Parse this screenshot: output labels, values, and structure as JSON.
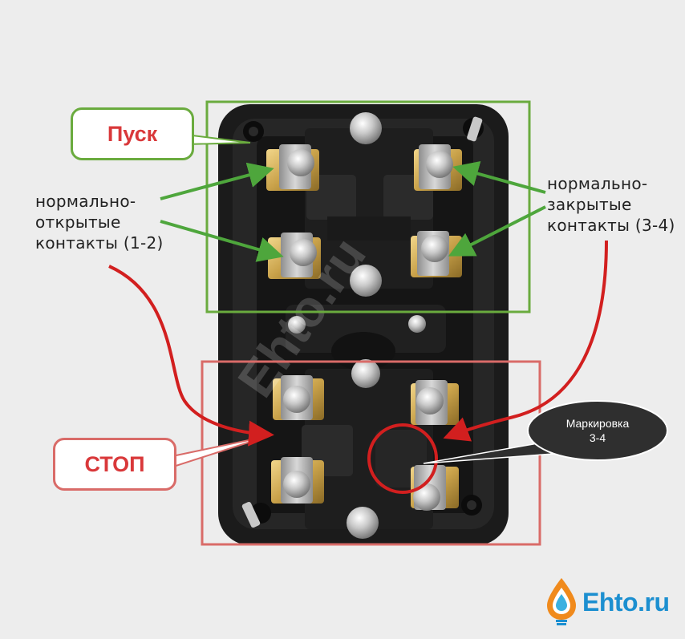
{
  "labels": {
    "start": "Пуск",
    "stop": "СТОП",
    "nc_line1": "нормально-",
    "nc_line2": "закрытые",
    "nc_line3": "контакты (3-4)",
    "no_line1": "нормально-",
    "no_line2": "открытые",
    "no_line3": "контакты (1-2)",
    "marking_line1": "Маркировка",
    "marking_line2": "3-4"
  },
  "watermark": "Ehto.ru",
  "brand": {
    "text": "Ehto.ru",
    "icon": "drop-bulb-logo-icon"
  },
  "colors": {
    "start_frame": "#6aab3e",
    "stop_frame": "#d96b68",
    "arrow_green": "#4ea63c",
    "arrow_red": "#d21f1f",
    "brand_blue": "#1c8fd0",
    "brand_orange": "#f08a1c"
  }
}
